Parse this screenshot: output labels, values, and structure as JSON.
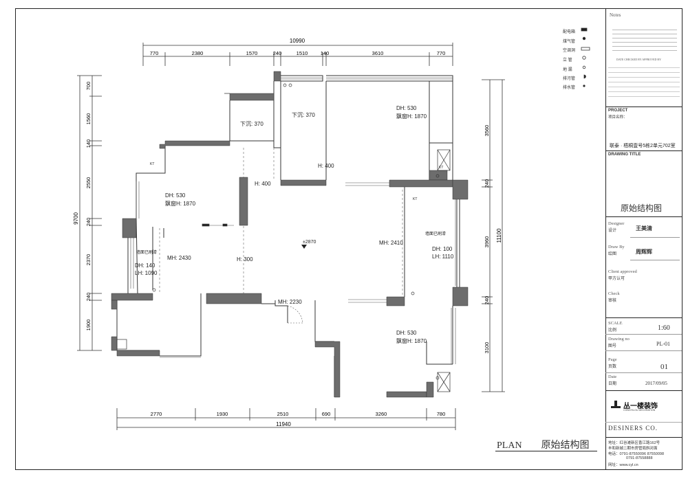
{
  "plan": {
    "dims_top": {
      "total": "10990",
      "segments": [
        "770",
        "2380",
        "1570",
        "240",
        "1510",
        "140",
        "3610",
        "770"
      ]
    },
    "dims_bottom": {
      "total": "11940",
      "segments": [
        "2770",
        "1930",
        "2510",
        "690",
        "3260",
        "780"
      ]
    },
    "dims_left": {
      "total": "9700",
      "segments": [
        "700",
        "1560",
        "140",
        "2550",
        "240",
        "2370",
        "240",
        "1900"
      ]
    },
    "dims_right": {
      "total": "11100",
      "segments": [
        "3560",
        "240",
        "3960",
        "240",
        "3100"
      ]
    },
    "room_labels": {
      "sink1": "下沉: 370",
      "sink2": "下沉: 370",
      "dh_top_right": "DH: 530",
      "bay_top_right": "飘窗H: 1870",
      "h400_a": "H: 400",
      "h400_b": "H: 400",
      "dh_left": "DH: 530",
      "bay_left": "飘窗H: 1870",
      "elevation": "±2870",
      "mh2410": "MH: 2410",
      "wall_removed_right": "墙面已刷漆",
      "dh100": "DH: 100",
      "lh1110": "LH: 1110",
      "wall_removed_left": "墙面已刷漆",
      "mh2430": "MH: 2430",
      "h300": "H: 300",
      "dh140": "DH: 140",
      "lh1090": "LH: 1090",
      "mh2230": "MH: 2230",
      "dh_bottom": "DH: 530",
      "bay_bottom": "飘窗H: 1870",
      "kt1": "KT",
      "kt2": "KT",
      "kt3": "KT"
    },
    "footer_en": "PLAN",
    "footer_cn": "原始结构图"
  },
  "legend": [
    {
      "label": "配电箱",
      "icon": "distribution-box-icon"
    },
    {
      "label": "煤气管",
      "icon": "gas-pipe-icon"
    },
    {
      "label": "空调洞",
      "icon": "ac-hole-icon"
    },
    {
      "label": "立 管",
      "icon": "riser-pipe-icon"
    },
    {
      "label": "地 漏",
      "icon": "floor-drain-icon"
    },
    {
      "label": "排污管",
      "icon": "sewage-pipe-icon"
    },
    {
      "label": "排水管",
      "icon": "drain-pipe-icon"
    }
  ],
  "title_block": {
    "notes_heading": "Notes",
    "table_headers": "DATE   CHECKED BY   APPROVED BY",
    "project_label": "PROJECT",
    "project_sub": "项目名称：",
    "project_name": "联泰 · 梧桐壹号5栋2单元702室",
    "drawing_title_label": "DRAWING TITLE",
    "drawing_title": "原始结构图",
    "designer_en": "Designer",
    "designer_cn": "设计",
    "designer_name": "王美清",
    "drawby_en": "Draw By",
    "drawby_cn": "绘图",
    "drawby_name": "周辉辉",
    "client_en": "Client approved",
    "client_cn": "甲方认可",
    "check_en": "Check",
    "check_cn": "审核",
    "scale_en": "SCALE",
    "scale_cn": "比例",
    "scale_value": "1:60",
    "drawing_no_en": "Drawing  no",
    "drawing_no_cn": "图号",
    "drawing_no_value": "PL-01",
    "page_en": "Page",
    "page_cn": "页数",
    "page_value": "01",
    "date_en": "Date",
    "date_cn": "日期",
    "date_value": "2017/09/05",
    "company_logo_text": "丛一楼装饰",
    "company_logo_en": "CONGYILOU DECORATION",
    "company_en": "DESINERS  CO.",
    "address": "地址：红谷滩新区香江路162号",
    "address2": "丰和新城二期市房管局斜对面",
    "phone": "电话：0791-87550096 87550098",
    "phone2": "0791-87558888",
    "website": "网址：www.cyl.cn"
  }
}
